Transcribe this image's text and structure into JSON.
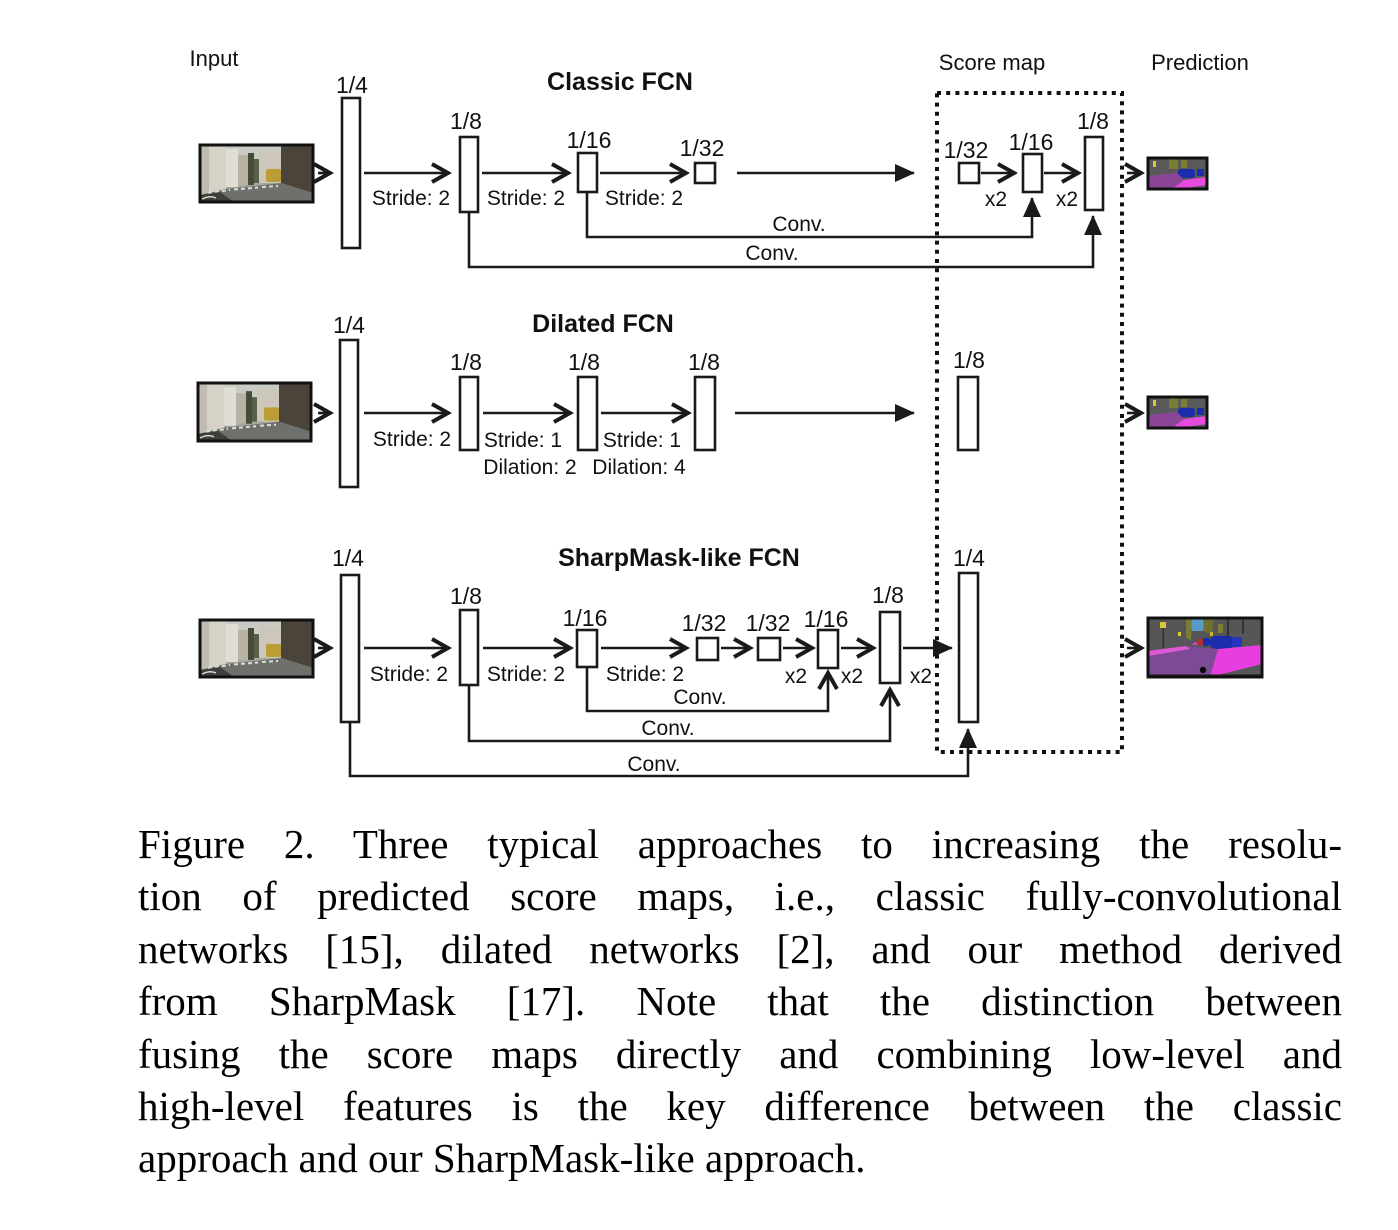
{
  "diagram": {
    "column_headers": {
      "input": "Input",
      "score_map": "Score map",
      "prediction": "Prediction"
    },
    "rows": [
      {
        "title": "Classic FCN",
        "enc_scales": [
          "1/4",
          "1/8",
          "1/16",
          "1/32"
        ],
        "strides": [
          "Stride: 2",
          "Stride: 2",
          "Stride: 2"
        ],
        "score_scales": [
          "1/32",
          "1/16",
          "1/8"
        ],
        "upsample": [
          "x2",
          "x2"
        ],
        "convs": [
          "Conv.",
          "Conv."
        ]
      },
      {
        "title": "Dilated FCN",
        "enc_scales": [
          "1/4",
          "1/8",
          "1/8",
          "1/8"
        ],
        "strides": [
          "Stride: 2",
          "Stride: 1",
          "Stride: 1"
        ],
        "dilations": [
          "Dilation: 2",
          "Dilation: 4"
        ],
        "score_scales": [
          "1/8"
        ]
      },
      {
        "title": "SharpMask-like FCN",
        "enc_scales": [
          "1/4",
          "1/8",
          "1/16",
          "1/32"
        ],
        "dec_scales": [
          "1/32",
          "1/16",
          "1/8"
        ],
        "strides": [
          "Stride: 2",
          "Stride: 2",
          "Stride: 2"
        ],
        "upsample": [
          "x2",
          "x2",
          "x2"
        ],
        "convs": [
          "Conv.",
          "Conv.",
          "Conv."
        ],
        "score_scales": [
          "1/4"
        ]
      }
    ],
    "colors": {
      "line": "#1a1a1a",
      "segmentation_road_purple": "#7d4b96",
      "segmentation_sidewalk_magenta": "#e84ae0",
      "segmentation_car_blue": "#1c2dab",
      "segmentation_vegetation_olive": "#7b7d33",
      "segmentation_sky_blue": "#5a9ac8",
      "segmentation_sign_yellow": "#d8c832",
      "photo_vehicle_yellow": "#bb9c35"
    }
  },
  "caption": {
    "lines": [
      "Figure 2.  Three typical approaches to increasing the resolu-",
      "tion of predicted score maps, i.e., classic fully-convolutional",
      "networks [15], dilated networks [2], and our method derived",
      "from SharpMask [17].  Note that the distinction between",
      "fusing the score maps directly and combining low-level and",
      "high-level features is the key difference between the classic",
      "approach and our SharpMask-like approach."
    ]
  }
}
